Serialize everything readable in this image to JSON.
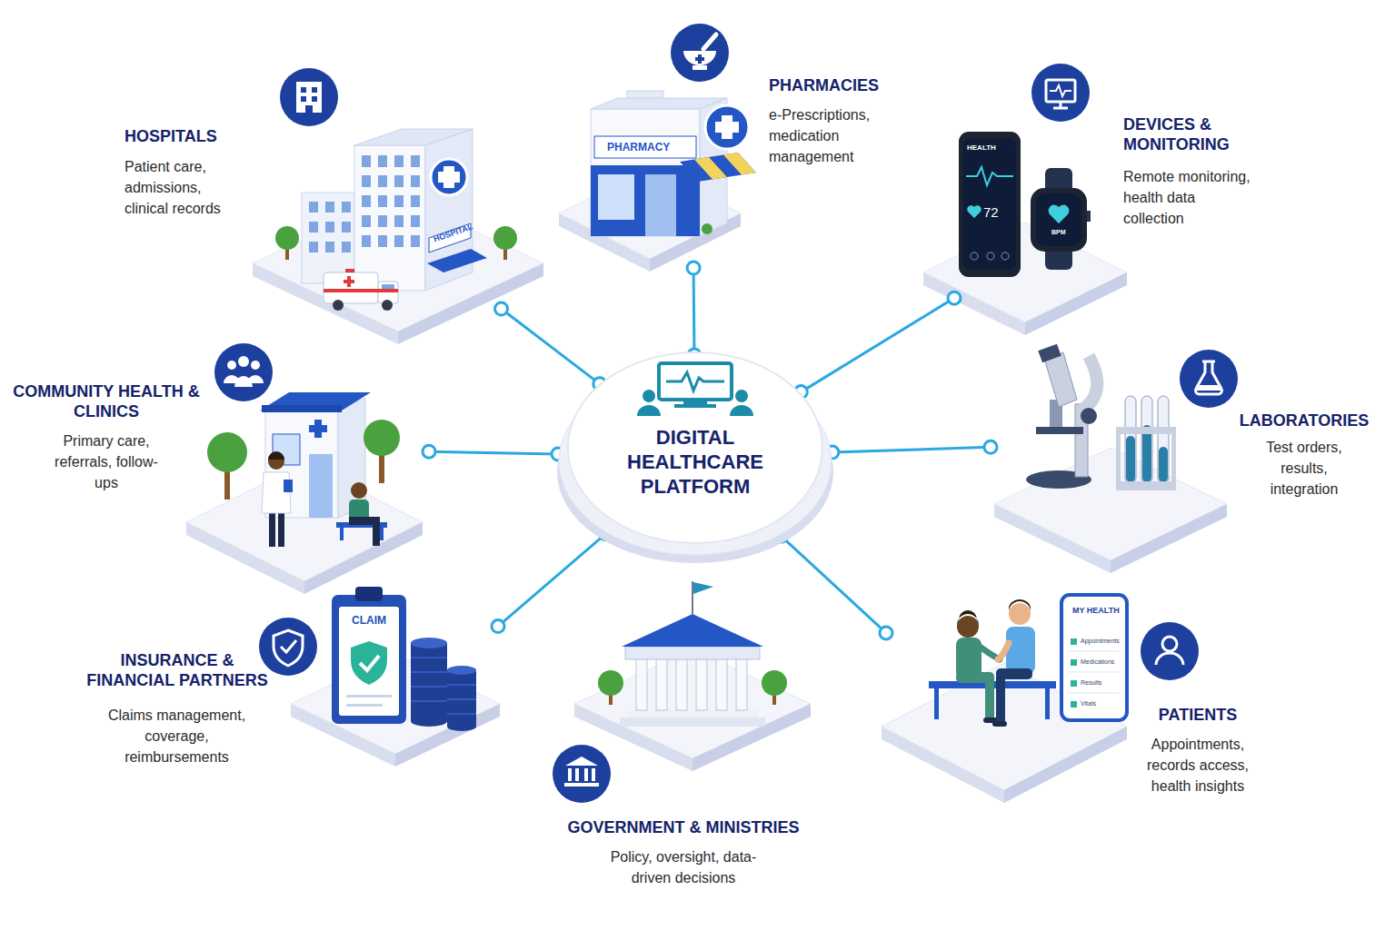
{
  "diagram": {
    "nodes": [
      {
        "text": [
          "HOSPITALS",
          "Patient care, admissions, clinical records"
        ]
      },
      {
        "text": [
          "PHARMACIES",
          "e-Prescriptions, medication management"
        ]
      },
      {
        "text": [
          "DEVICES & MONITORING",
          "Remote monitoring, health data collection"
        ]
      },
      {
        "text": [
          "COMMUNITY HEALTH & CLINICS",
          "Primary care, referrals, follow-ups"
        ]
      },
      {
        "text": [
          "DIGITAL HEALTHCARE PLATFORM"
        ]
      },
      {
        "text": [
          "LABORATORIES",
          "Test orders, results, integration"
        ]
      },
      {
        "text": [
          "INSURANCE & FINANCIAL PARTNERS",
          "Claims management, coverage, reimbursements"
        ]
      },
      {
        "text": [
          "GOVERNMENT & MINISTRIES",
          "Policy, oversight, data-driven decisions"
        ]
      },
      {
        "text": [
          "PATIENTS",
          "Appointments, records access, health insights"
        ]
      }
    ],
    "edges": [
      {
        "from": 4,
        "to": 0,
        "arrow": "none"
      },
      {
        "from": 4,
        "to": 1,
        "arrow": "none"
      },
      {
        "from": 4,
        "to": 2,
        "arrow": "none"
      },
      {
        "from": 4,
        "to": 3,
        "arrow": "none"
      },
      {
        "from": 4,
        "to": 5,
        "arrow": "none"
      },
      {
        "from": 4,
        "to": 6,
        "arrow": "none"
      },
      {
        "from": 4,
        "to": 8,
        "arrow": "none"
      }
    ],
    "labels": [
      "HOSPITAL",
      "PHARMACY",
      "HEALTH",
      "72",
      "BPM",
      "CLAIM",
      "MY HEALTH",
      "Appointments",
      "Medications",
      "Results",
      "Vitals"
    ]
  }
}
